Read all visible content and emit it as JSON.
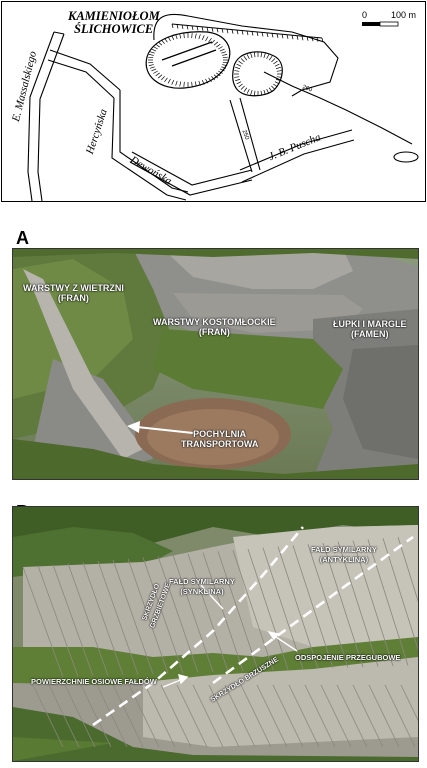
{
  "map": {
    "title_line1": "KAMIENIOŁOM",
    "title_line2": "ŚLICHOWICE",
    "scale_zero": "0",
    "scale_max": "100 m",
    "contour_250": "250",
    "contour_260": "260",
    "streets": {
      "massalskiego": "E. Massalskiego",
      "hercynska": "Hercyńska",
      "dewonska": "Dewońska",
      "puscha": "J. B. Puscha"
    }
  },
  "panel_a": {
    "letter": "A",
    "labels": {
      "wietrzni_1": "WARSTWY Z WIETRZNI",
      "wietrzni_2": "(FRAN)",
      "kostomlockie_1": "WARSTWY KOSTOMŁOCKIE",
      "kostomlockie_2": "(FRAN)",
      "lupki_1": "ŁUPKI I MARGLE",
      "lupki_2": "(FAMEN)",
      "pochylnia_1": "POCHYLNIA",
      "pochylnia_2": "TRANSPORTOWA"
    }
  },
  "panel_b": {
    "letter": "B",
    "labels": {
      "synklina_1": "FAŁD SYMILARNY",
      "synklina_2": "(SYNKLINA)",
      "antyklina_1": "FAŁD SYMILARNY",
      "antyklina_2": "(ANTYKLINA)",
      "skrzydlo_grzbietowe_1": "SKRZYDŁO",
      "skrzydlo_grzbietowe_2": "GRZBIETOWE",
      "odspojenie": "ODSPOJENIE PRZEGUBOWE",
      "powierzchnie": "POWIERZCHNIE OSIOWE FAŁDÓW",
      "skrzydlo_brzuszne": "SKRZYDŁO BRZUSZNE"
    }
  }
}
